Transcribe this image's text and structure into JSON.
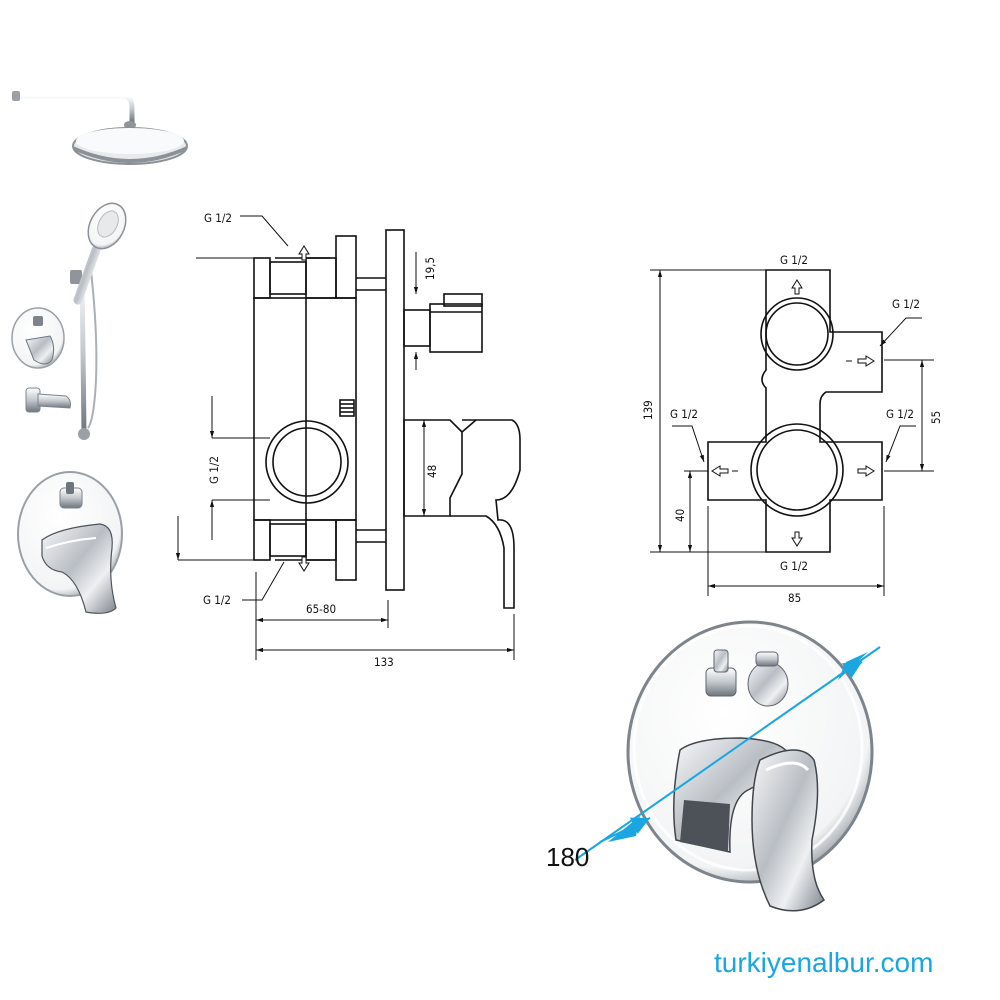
{
  "labels": {
    "side_top_thread": "G 1/2",
    "side_mid_thread": "G 1/2",
    "side_bot_thread": "G 1/2",
    "side_dim_195": "19,5",
    "side_dim_48": "48",
    "side_dim_6580": "65-80",
    "side_dim_133": "133",
    "front_top_thread": "G 1/2",
    "front_right_top_thread": "G 1/2",
    "front_left_thread": "G 1/2",
    "front_right_thread": "G 1/2",
    "front_bot_thread": "G 1/2",
    "front_dim_139": "139",
    "front_dim_55": "55",
    "front_dim_40": "40",
    "front_dim_85": "85",
    "plate_diameter": "180"
  },
  "watermark": "turkiyenalbur.com",
  "colors": {
    "line": "#111111",
    "accent": "#1aa6e0",
    "chrome": "#c8cdd2"
  },
  "products": [
    "rain-shower-head",
    "hand-shower-set",
    "mixer-small",
    "spout",
    "mixer-plate-large"
  ]
}
